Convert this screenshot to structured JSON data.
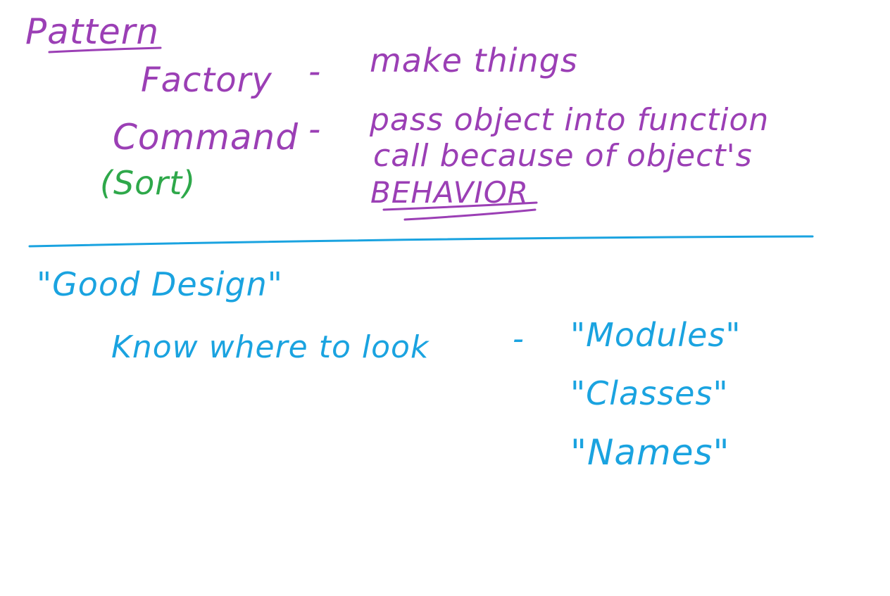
{
  "notes": {
    "heading": "Pattern",
    "factory": {
      "term": "Factory",
      "dash": "-",
      "desc": "make things"
    },
    "command": {
      "term": "Command",
      "example": "(Sort)",
      "dash": "-",
      "desc_line1": "pass object into function",
      "desc_line2": "call because of object's",
      "desc_line3": "BEHAVIOR"
    },
    "good_design": {
      "title": "\"Good Design\"",
      "point": "Know where to look",
      "dash": "-",
      "items": [
        "\"Modules\"",
        "\"Classes\"",
        "\"Names\""
      ]
    }
  },
  "colors": {
    "purple_ink": "#9b3fb5",
    "green_ink": "#2ea84a",
    "blue_ink": "#1aa3e0",
    "background": "#ffffff"
  }
}
